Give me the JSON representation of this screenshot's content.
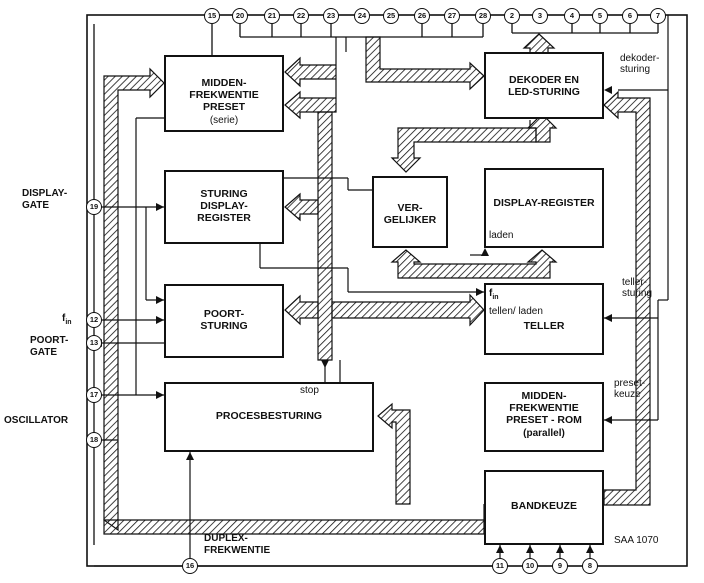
{
  "blocks": {
    "midden_preset": {
      "line1": "MIDDEN-",
      "line2": "FREKWENTIE",
      "line3": "PRESET",
      "line4": "(serie)"
    },
    "sturing_display": {
      "line1": "STURING",
      "line2": "DISPLAY-",
      "line3": "REGISTER"
    },
    "poortsturing": {
      "line1": "POORT-",
      "line2": "STURING"
    },
    "procesbesturing": {
      "line1": "PROCESBESTURING"
    },
    "dekoder": {
      "line1": "DEKODER EN",
      "line2": "LED-STURING"
    },
    "vergelijker": {
      "line1": "VER-",
      "line2": "GELIJKER"
    },
    "display_register": {
      "line1": "DISPLAY-REGISTER",
      "sub": "laden"
    },
    "teller": {
      "line1": "TELLER",
      "fin_f": "f",
      "fin_sub": "in",
      "tl": "tellen/ laden"
    },
    "midden_rom": {
      "line1": "MIDDEN-",
      "line2": "FREKWENTIE",
      "line3": "PRESET - ROM",
      "line4": "(parallel)"
    },
    "bandkeuze": {
      "line1": "BANDKEUZE"
    }
  },
  "labels": {
    "displaygate1": "DISPLAY-",
    "displaygate2": "GATE",
    "fin_f": "f",
    "fin_sub": "in",
    "poortgate1": "POORT-",
    "poortgate2": "GATE",
    "oscillator": "OSCILLATOR",
    "duplex1": "DUPLEX-",
    "duplex2": "FREKWENTIE",
    "stop": "stop",
    "dekoder1": "dekoder-",
    "dekoder2": "sturing",
    "teller1": "teller-",
    "teller2": "sturing",
    "preset1": "preset-",
    "preset2": "keuze",
    "chip": "SAA 1070"
  },
  "pins": {
    "top": [
      "15",
      "20",
      "21",
      "22",
      "23",
      "24",
      "25",
      "26",
      "27",
      "28",
      "2",
      "3",
      "4",
      "5",
      "6",
      "7"
    ],
    "left": [
      "19",
      "12",
      "13",
      "17",
      "18"
    ],
    "bottom_left": "16",
    "bottom": [
      "11",
      "10",
      "9",
      "8"
    ]
  }
}
